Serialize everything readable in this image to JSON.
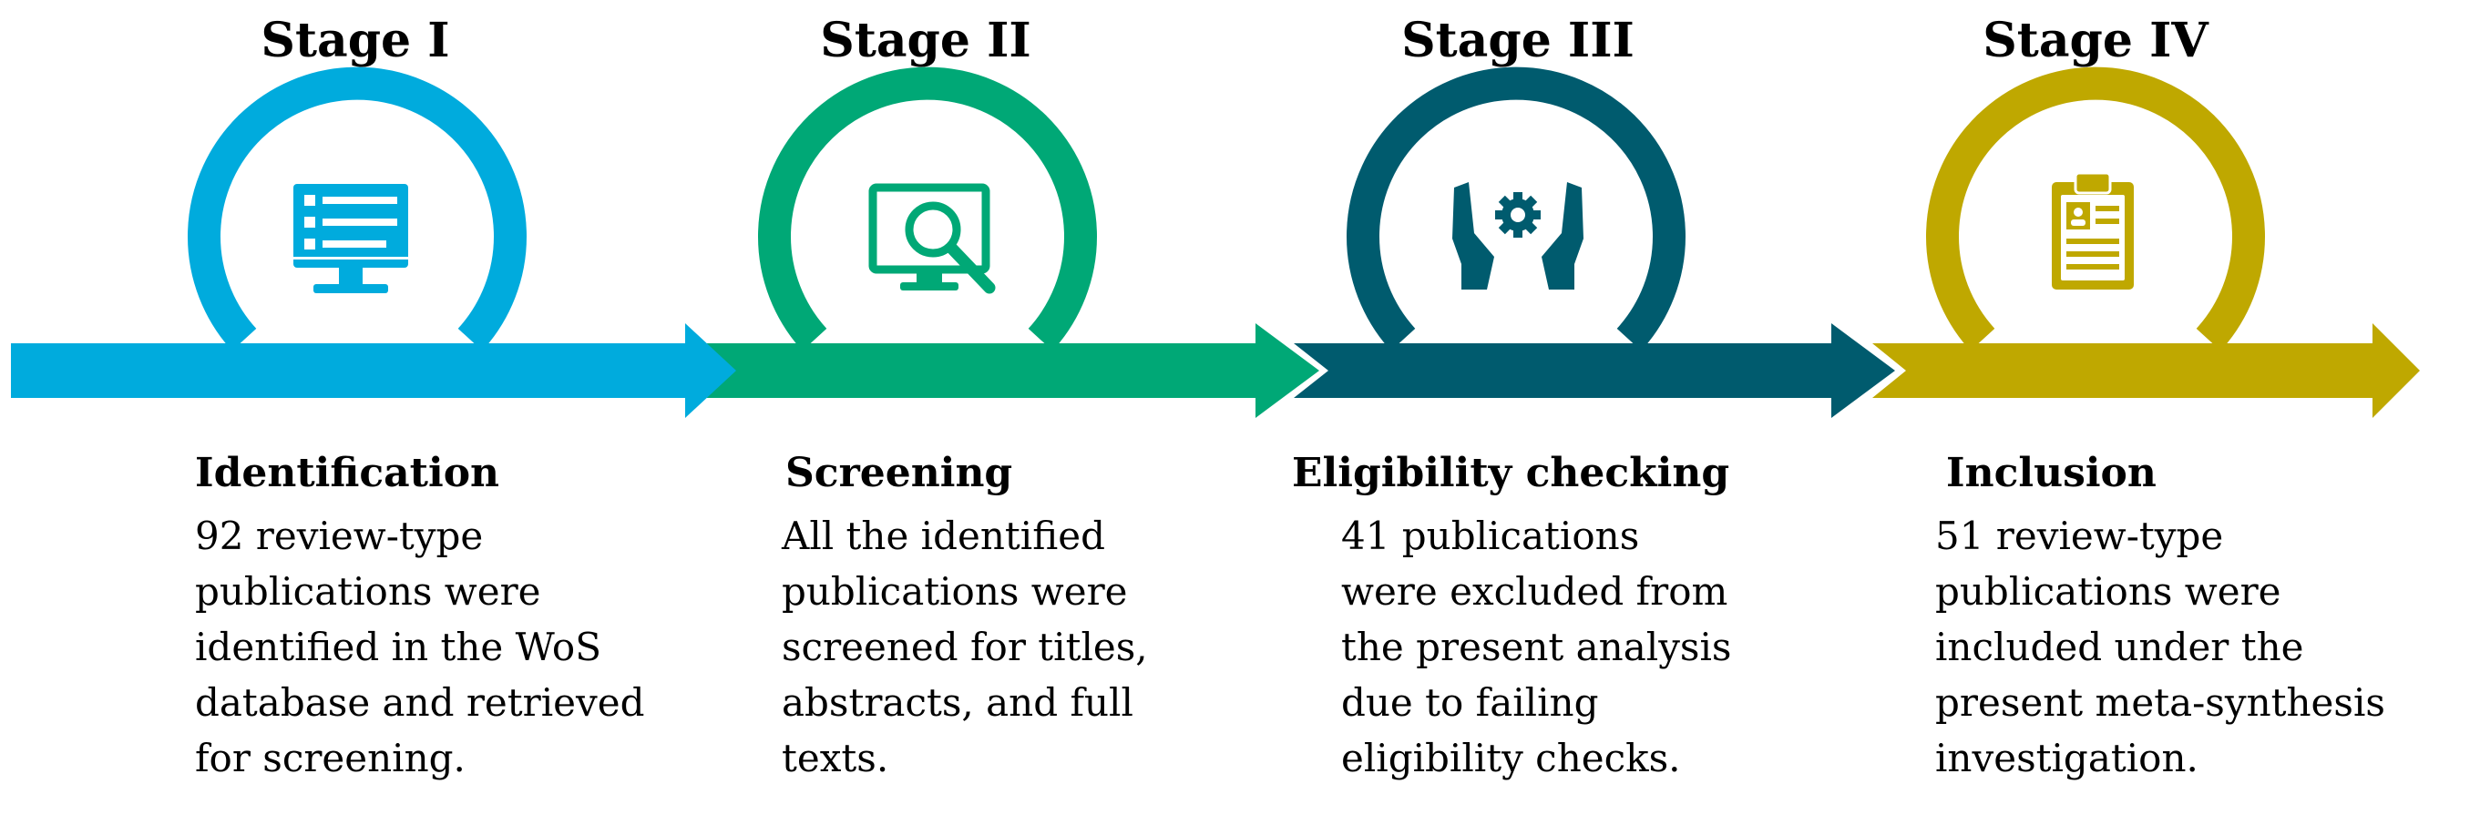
{
  "stages": [
    {
      "label": "Stage I",
      "heading": "Identification",
      "body_lines": [
        "92 review-type",
        "publications were",
        "identified in the WoS",
        "database and retrieved",
        "for screening."
      ],
      "color": "#00ABDD",
      "icon": "computer-checklist-icon"
    },
    {
      "label": "Stage II",
      "heading": "Screening",
      "body_lines": [
        "All the identified",
        "publications were",
        "screened for titles,",
        "abstracts, and full",
        "texts."
      ],
      "color": "#00A876",
      "icon": "monitor-magnifier-icon"
    },
    {
      "label": "Stage III",
      "heading": "Eligibility checking",
      "body_lines": [
        "41 publications",
        "were excluded from",
        "the present analysis",
        "due to failing",
        "eligibility checks."
      ],
      "color": "#005B6E",
      "icon": "hands-gear-icon"
    },
    {
      "label": "Stage IV",
      "heading": "Inclusion",
      "body_lines": [
        "51 review-type",
        "publications were",
        "included under the",
        "present meta-synthesis",
        "investigation."
      ],
      "color": "#BFA800",
      "icon": "clipboard-icon"
    }
  ]
}
